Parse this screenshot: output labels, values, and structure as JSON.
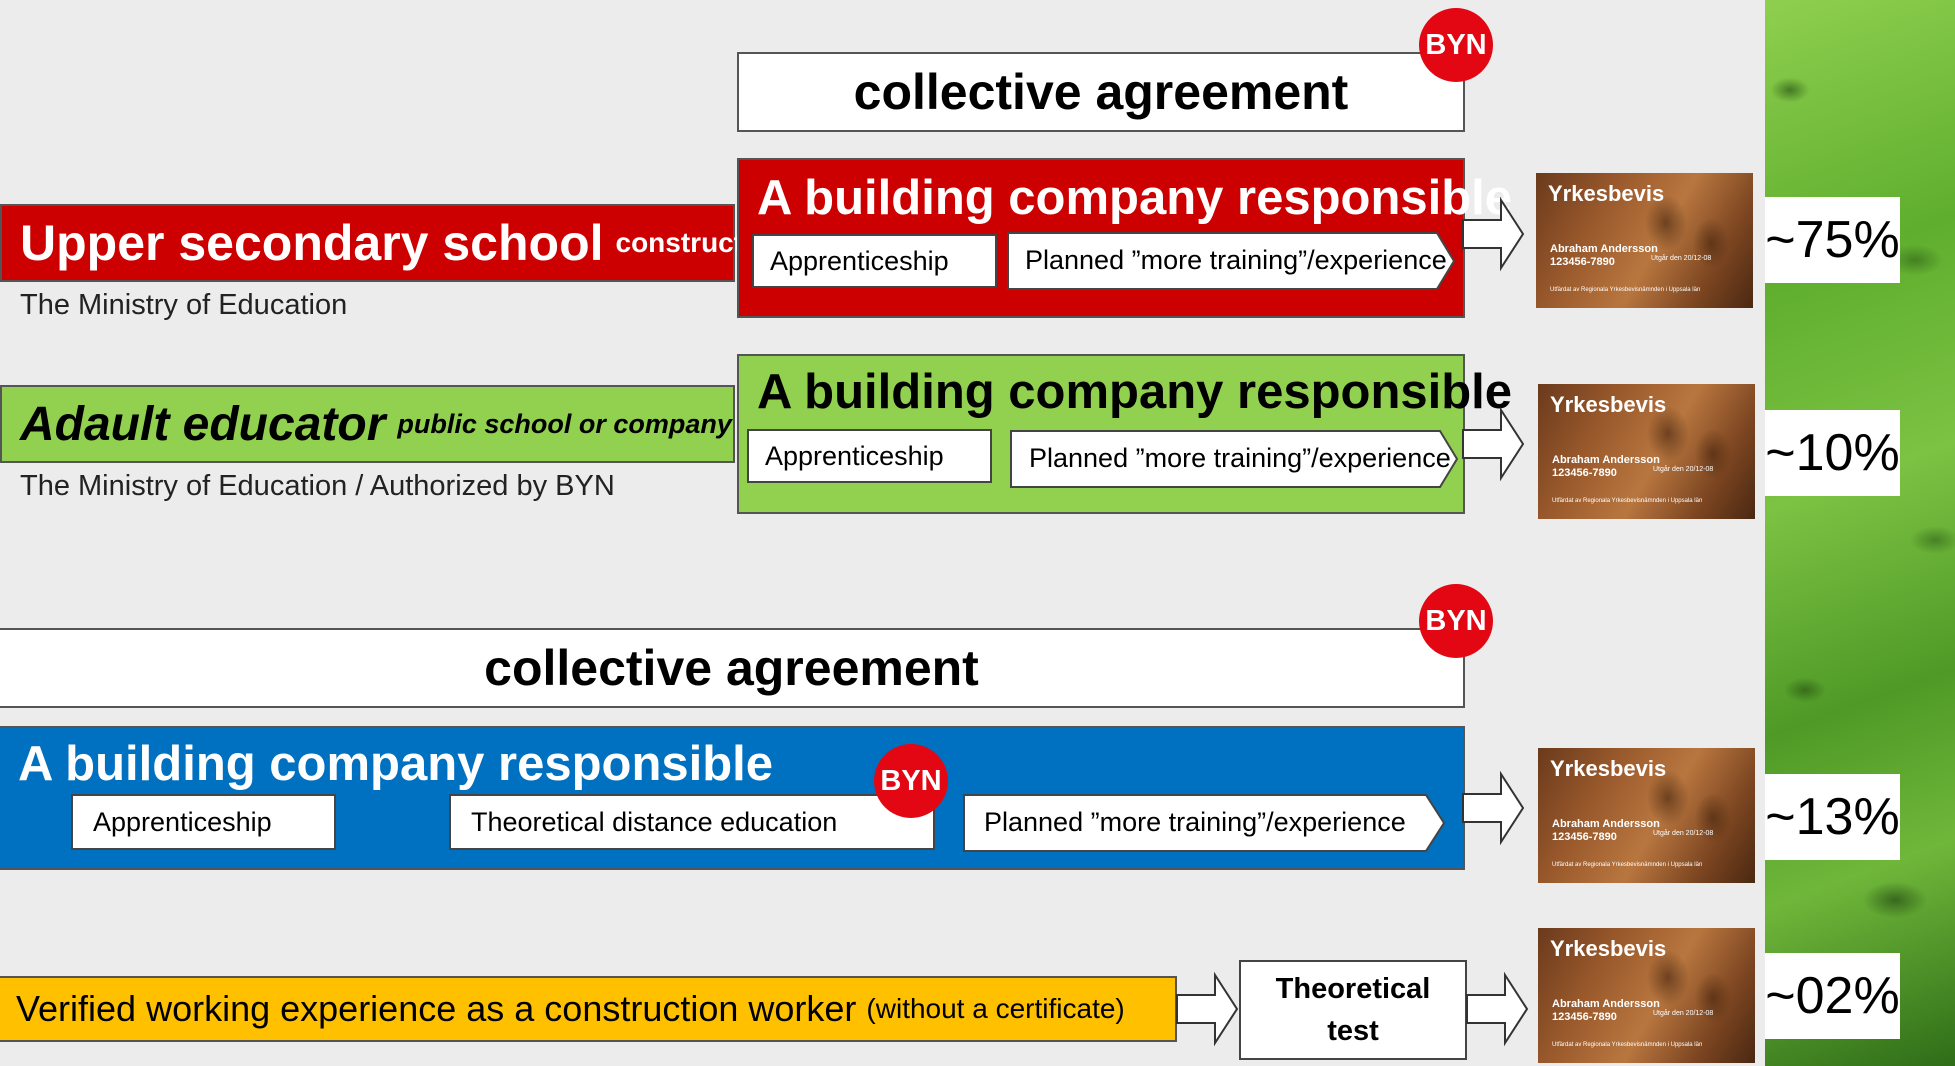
{
  "collective_agreement": {
    "label": "collective agreement"
  },
  "byn_badge": "BYN",
  "rows": [
    {
      "school_title": "Upper secondary school",
      "school_suffix": "construction",
      "school_subtext": "The Ministry of Education",
      "company_title": "A building company responsible",
      "steps": [
        "Apprenticeship",
        "Planned ”more training”/experience"
      ],
      "certificate_percent": "~75%",
      "color": "#cc0000"
    },
    {
      "school_title": "Adault educator",
      "school_suffix": "public school or company",
      "school_subtext": "The Ministry of Education / Authorized by BYN",
      "company_title": "A building company responsible",
      "steps": [
        "Apprenticeship",
        "Planned ”more training”/experience"
      ],
      "certificate_percent": "~10%",
      "color": "#92d050"
    },
    {
      "company_title": "A building company responsible",
      "steps": [
        "Apprenticeship",
        "Theoretical distance education",
        "Planned ”more training”/experience"
      ],
      "certificate_percent": "~13%",
      "color": "#0070c0"
    },
    {
      "experience_main": "Verified working experience as a construction worker",
      "experience_suffix": "(without a certificate)",
      "test_line1": "Theoretical",
      "test_line2": "test",
      "certificate_percent": "~02%",
      "color": "#ffc000"
    }
  ],
  "certificate": {
    "title": "Yrkesbevis",
    "name": "Abraham Andersson",
    "number": "123456-7890",
    "valid": "Utgår den 20/12-08",
    "footer": "Utfärdat av Regionala Yrkesbevisnämnden i Uppsala län"
  }
}
